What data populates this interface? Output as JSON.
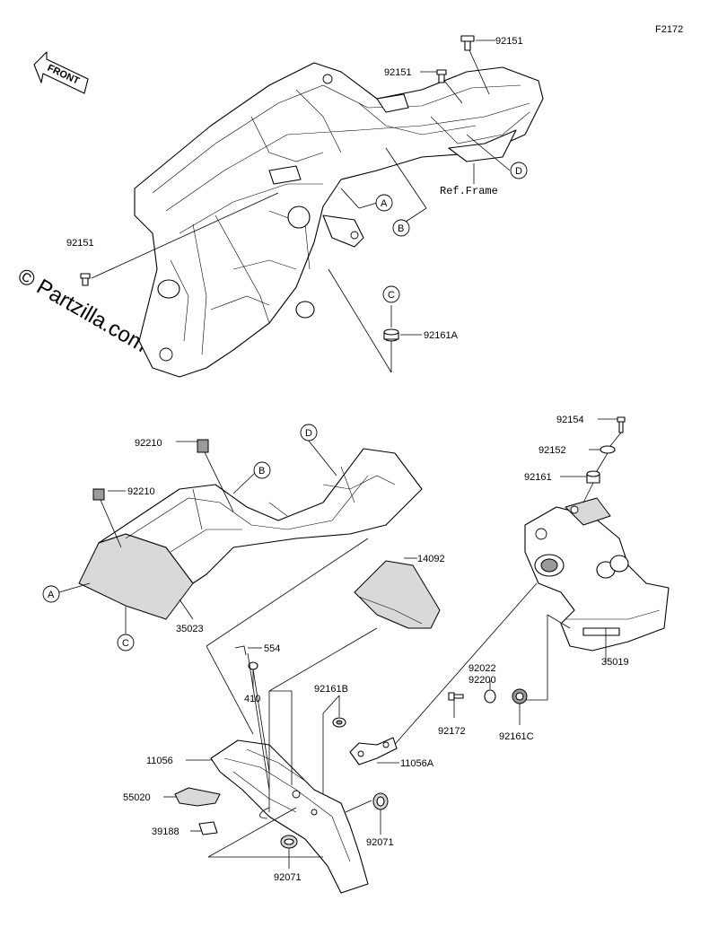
{
  "figure_code": "F2172",
  "front_label": "FRONT",
  "watermark": "© Partzilla.com",
  "ref_label": "Ref.Frame",
  "callout_letters": {
    "A_top": "A",
    "B_top": "B",
    "C_top": "C",
    "D_top": "D",
    "D_mid": "D",
    "B_mid": "B",
    "A_mid": "A",
    "C_mid": "C"
  },
  "part_numbers": {
    "p92151_a": "92151",
    "p92151_b": "92151",
    "p92151_c": "92151",
    "p92161A": "92161A",
    "p92154": "92154",
    "p92152": "92152",
    "p92161": "92161",
    "p92210_a": "92210",
    "p92210_b": "92210",
    "p35023": "35023",
    "p14092": "14092",
    "p35019": "35019",
    "p554": "554",
    "p410": "410",
    "p92022": "92022",
    "p92200": "92200",
    "p92172": "92172",
    "p92161C": "92161C",
    "p92161B": "92161B",
    "p11056": "11056",
    "p11056A": "11056A",
    "p55020": "55020",
    "p39188": "39188",
    "p92071_a": "92071",
    "p92071_b": "92071"
  }
}
